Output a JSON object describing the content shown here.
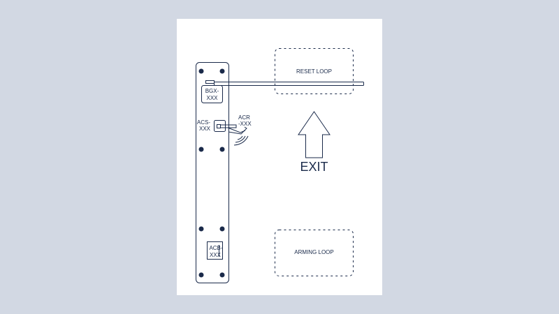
{
  "labels": {
    "reset_loop": "RESET LOOP",
    "arming_loop": "ARMING LOOP",
    "exit": "EXIT",
    "bgx_line1": "BGX-",
    "bgx_line2": "XXX",
    "acs_line1": "ACS-",
    "acs_line2": "XXX",
    "acr_line1": "ACR",
    "acr_line2": "-XXX",
    "acb_line1": "ACB-",
    "acb_line2": "XXX"
  },
  "colors": {
    "background": "#d2d8e3",
    "paper": "#ffffff",
    "ink": "#1a2a4a"
  },
  "icons": {
    "exit_arrow": "up-arrow-icon",
    "wireless": "wireless-signal-icon"
  }
}
